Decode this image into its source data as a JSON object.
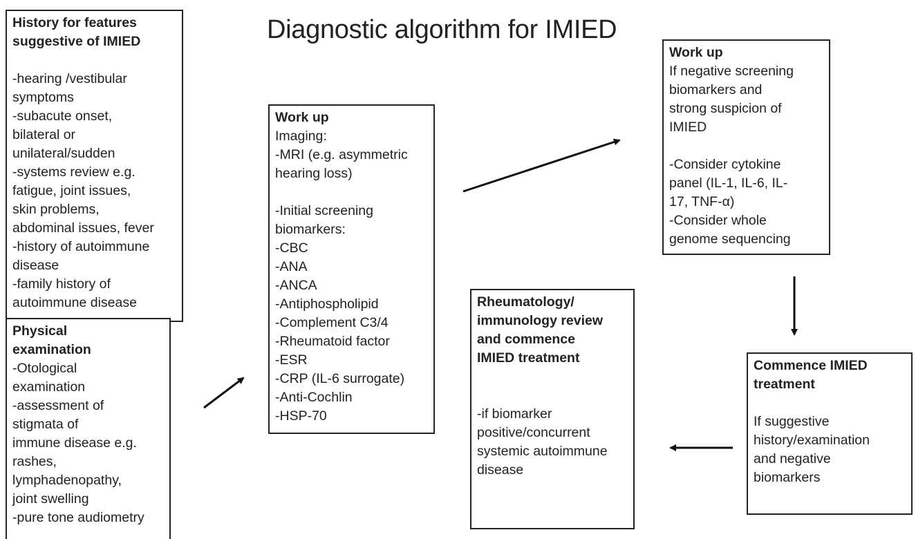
{
  "title": "Diagnostic algorithm for IMIED",
  "history": {
    "heading": [
      "History for features",
      "suggestive of IMIED"
    ],
    "lines": [
      "-hearing /vestibular",
      "symptoms",
      "-subacute onset,",
      "bilateral  or",
      "unilateral/sudden",
      "-systems review e.g.",
      "fatigue, joint issues,",
      "skin problems,",
      "abdominal issues, fever",
      "-history of autoimmune",
      "disease",
      "-family history of",
      "autoimmune disease"
    ]
  },
  "physical": {
    "heading": [
      "Physical",
      "examination"
    ],
    "lines": [
      "-Otological",
      "examination",
      "-assessment of",
      "stigmata of",
      "immune disease e.g.",
      "rashes,",
      "lymphadenopathy,",
      "joint swelling",
      "-pure tone audiometry"
    ]
  },
  "workup1": {
    "heading": "Work up",
    "imaging_label": "Imaging:",
    "imaging_lines": [
      "-MRI (e.g. asymmetric",
      "hearing loss)"
    ],
    "biomarker_label": [
      "-Initial screening",
      "biomarkers:"
    ],
    "biomarkers": [
      "-CBC",
      "-ANA",
      "-ANCA",
      "-Antiphospholipid",
      "-Complement C3/4",
      "-Rheumatoid factor",
      "-ESR",
      "-CRP (IL-6 surrogate)",
      "-Anti-Cochlin",
      "-HSP-70"
    ]
  },
  "workup2": {
    "heading": "Work up",
    "lines_a": [
      "If negative screening",
      "biomarkers and",
      "strong suspicion of",
      "IMIED"
    ],
    "lines_b": [
      "-Consider cytokine",
      "panel (IL-1, IL-6, IL-",
      "17, TNF-α)",
      "-Consider whole",
      "genome sequencing"
    ]
  },
  "rheum": {
    "heading": [
      "Rheumatology/",
      "immunology review",
      "and commence",
      "IMIED treatment"
    ],
    "lines": [
      "-if biomarker",
      "positive/concurrent",
      "systemic autoimmune",
      "disease"
    ]
  },
  "commence": {
    "heading": [
      "Commence IMIED",
      "treatment"
    ],
    "lines": [
      "If suggestive",
      "history/examination",
      "and negative",
      "biomarkers"
    ]
  }
}
